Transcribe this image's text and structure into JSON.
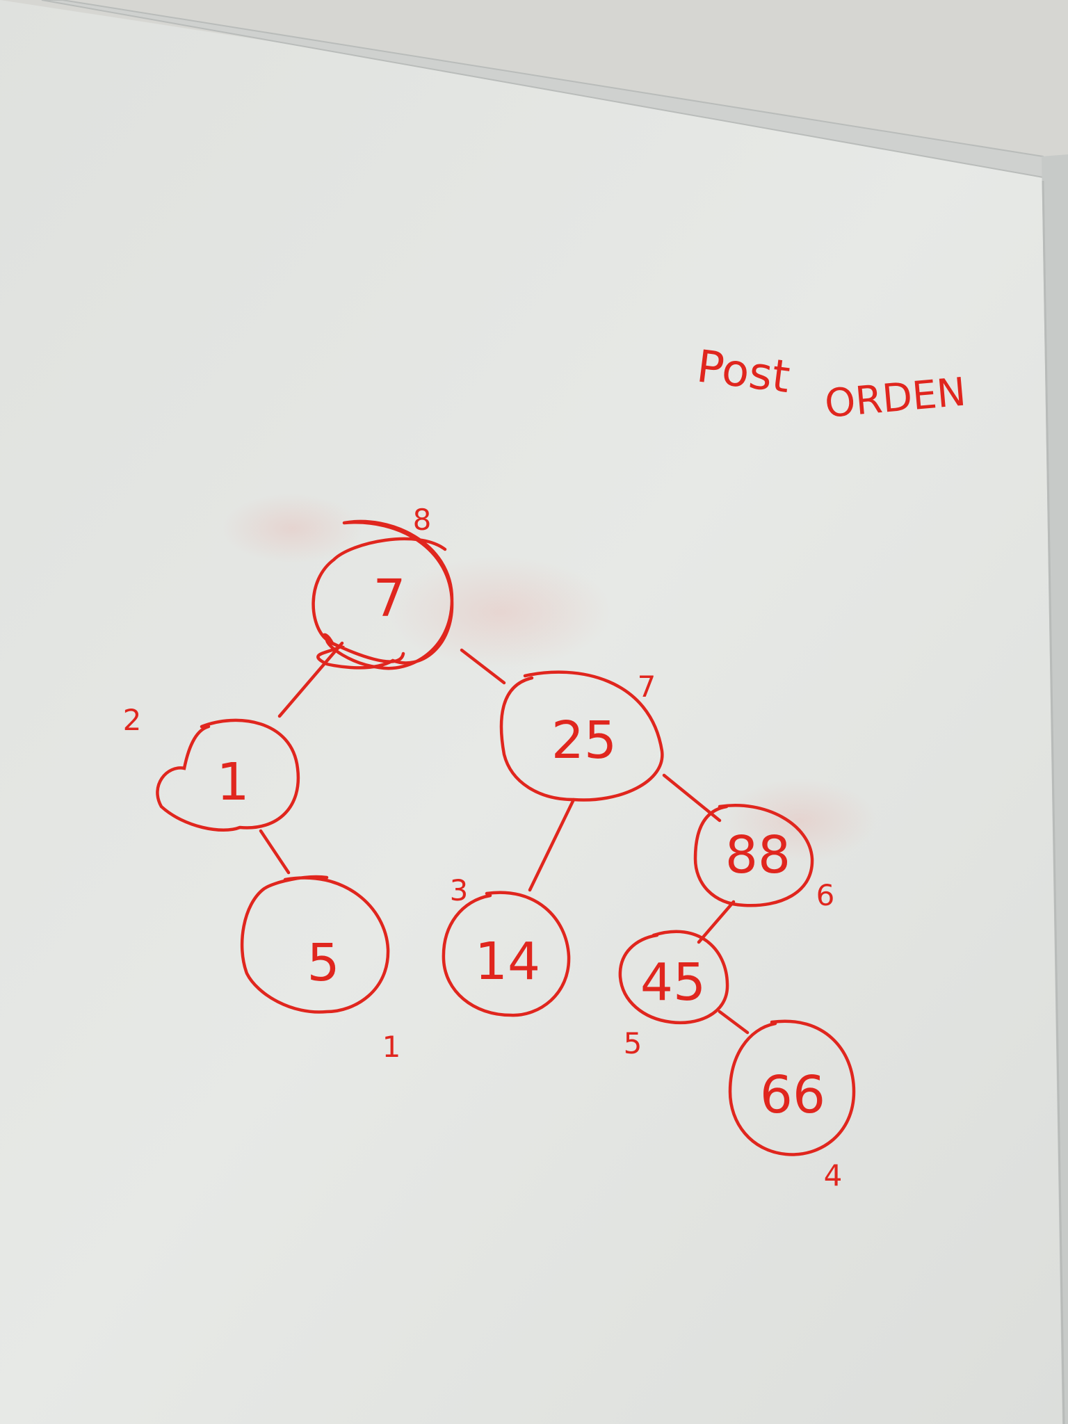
{
  "image": {
    "scene": "whiteboard with hand-drawn binary tree in red marker",
    "marker_color": "#e0261e",
    "board_color": "#e6e8e4",
    "frame_color": "#c9ccca"
  },
  "whiteboard": {
    "title": {
      "word1": "Post",
      "word2": "ORDEN"
    },
    "tree": {
      "root": {
        "value": "7",
        "order": "8"
      },
      "nodes": [
        {
          "id": "n7",
          "value": "7",
          "order": "8"
        },
        {
          "id": "n1",
          "value": "1",
          "order": "2"
        },
        {
          "id": "n5",
          "value": "5",
          "order": "1"
        },
        {
          "id": "n25",
          "value": "25",
          "order": "7"
        },
        {
          "id": "n14",
          "value": "14",
          "order": "3"
        },
        {
          "id": "n88",
          "value": "88",
          "order": "6"
        },
        {
          "id": "n45",
          "value": "45",
          "order": "5"
        },
        {
          "id": "n66",
          "value": "66",
          "order": "4"
        }
      ],
      "edges": [
        [
          "n7",
          "n1"
        ],
        [
          "n7",
          "n25"
        ],
        [
          "n1",
          "n5"
        ],
        [
          "n25",
          "n14"
        ],
        [
          "n25",
          "n88"
        ],
        [
          "n88",
          "n45"
        ],
        [
          "n45",
          "n66"
        ]
      ]
    }
  }
}
